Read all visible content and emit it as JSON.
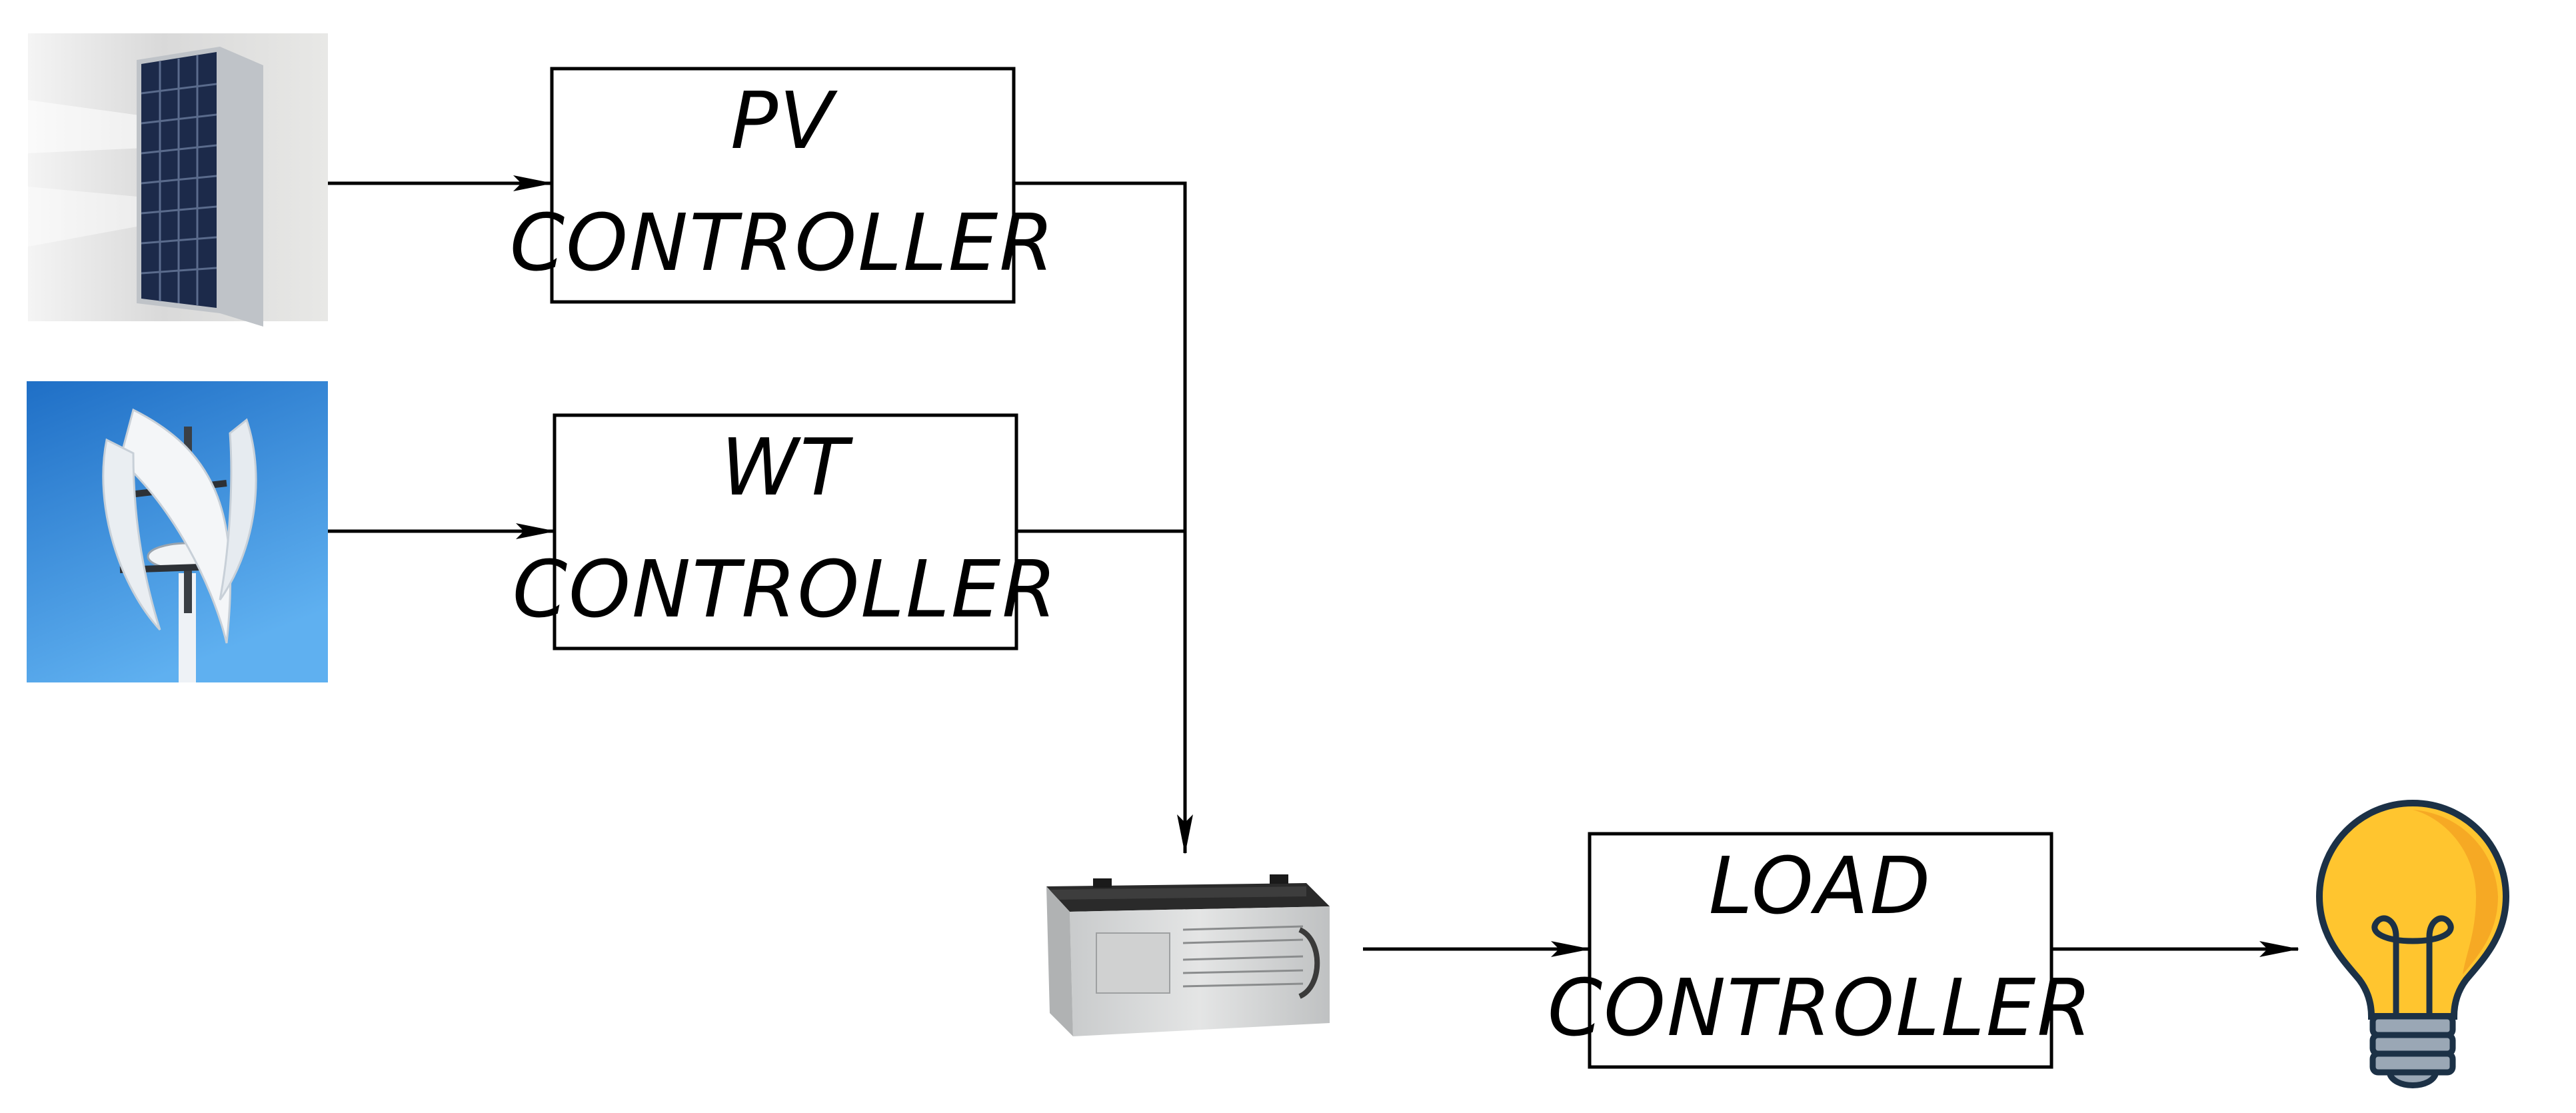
{
  "diagram": {
    "boxes": {
      "pv": {
        "line1": "PV",
        "line2": "CONTROLLER"
      },
      "wt": {
        "line1": "WT",
        "line2": "CONTROLLER"
      },
      "load": {
        "line1": "LOAD",
        "line2": "CONTROLLER"
      }
    },
    "icons": {
      "solar": "solar-panel",
      "wind": "vertical-axis-wind-turbine",
      "battery": "battery",
      "bulb": "light-bulb"
    },
    "colors": {
      "line": "#000000",
      "sky_blue": "#2f86d8",
      "bulb_yellow": "#ffc52f",
      "bulb_base": "#9aa7b5",
      "battery_body": "#d7d8d8",
      "battery_lid": "#2a2a2a"
    }
  }
}
